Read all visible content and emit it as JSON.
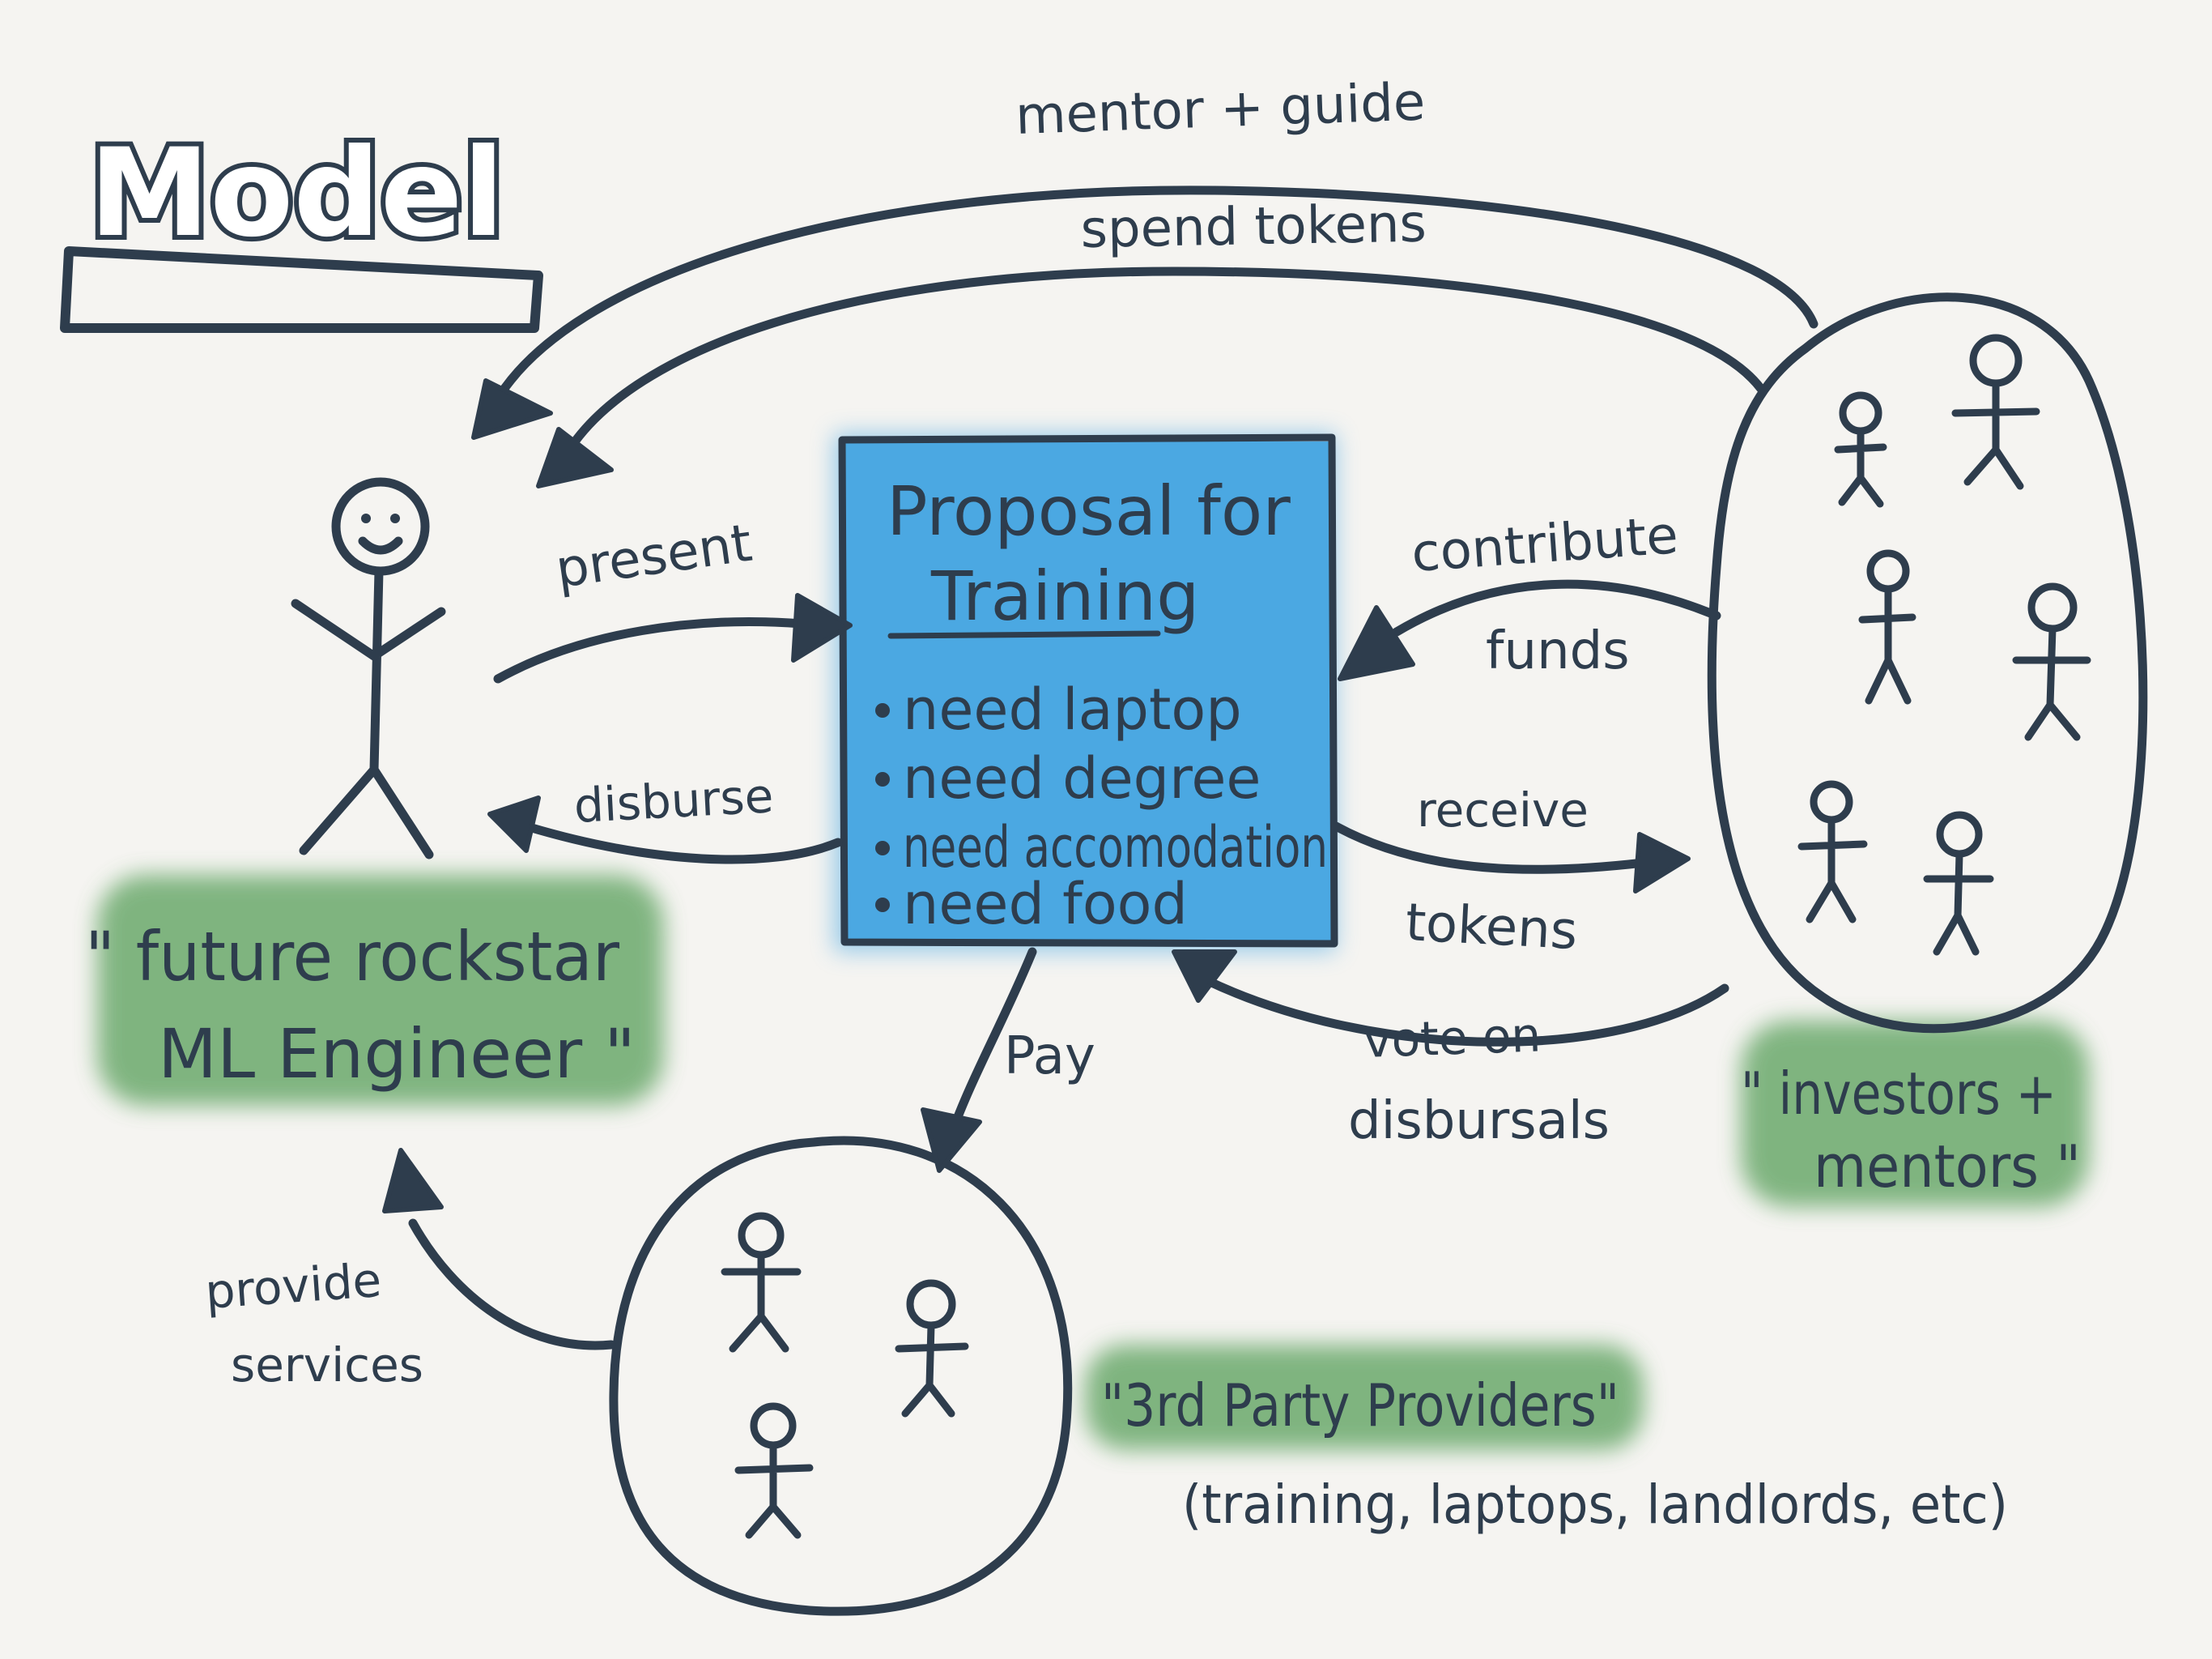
{
  "title": "Model",
  "person_label": {
    "line1": "\" future rockstar",
    "line2": "ML Engineer \""
  },
  "proposal": {
    "title_line1": "Proposal for",
    "title_line2": "Training",
    "items": [
      "need laptop",
      "need degree",
      "need accomodation",
      "need food"
    ]
  },
  "investors_label": {
    "line1": "\" investors +",
    "line2": "mentors \""
  },
  "providers_label": {
    "line1": "\"3rd Party Providers\"",
    "line2": "(training, laptops, landlords, etc)"
  },
  "arrows": {
    "mentor_guide": "mentor + guide",
    "spend_tokens": "spend tokens",
    "present": "present",
    "disburse": "disburse",
    "contribute": "contribute",
    "funds": "funds",
    "receive": "receive",
    "tokens": "tokens",
    "vote_on": "vote on",
    "disbursals": "disbursals",
    "pay": "Pay",
    "provide": "provide",
    "services": "services"
  },
  "colors": {
    "ink": "#2e3d4d",
    "proposal_fill": "#4ba8e2",
    "highlight_green": "#5fa361",
    "background": "#f5f4f1"
  }
}
